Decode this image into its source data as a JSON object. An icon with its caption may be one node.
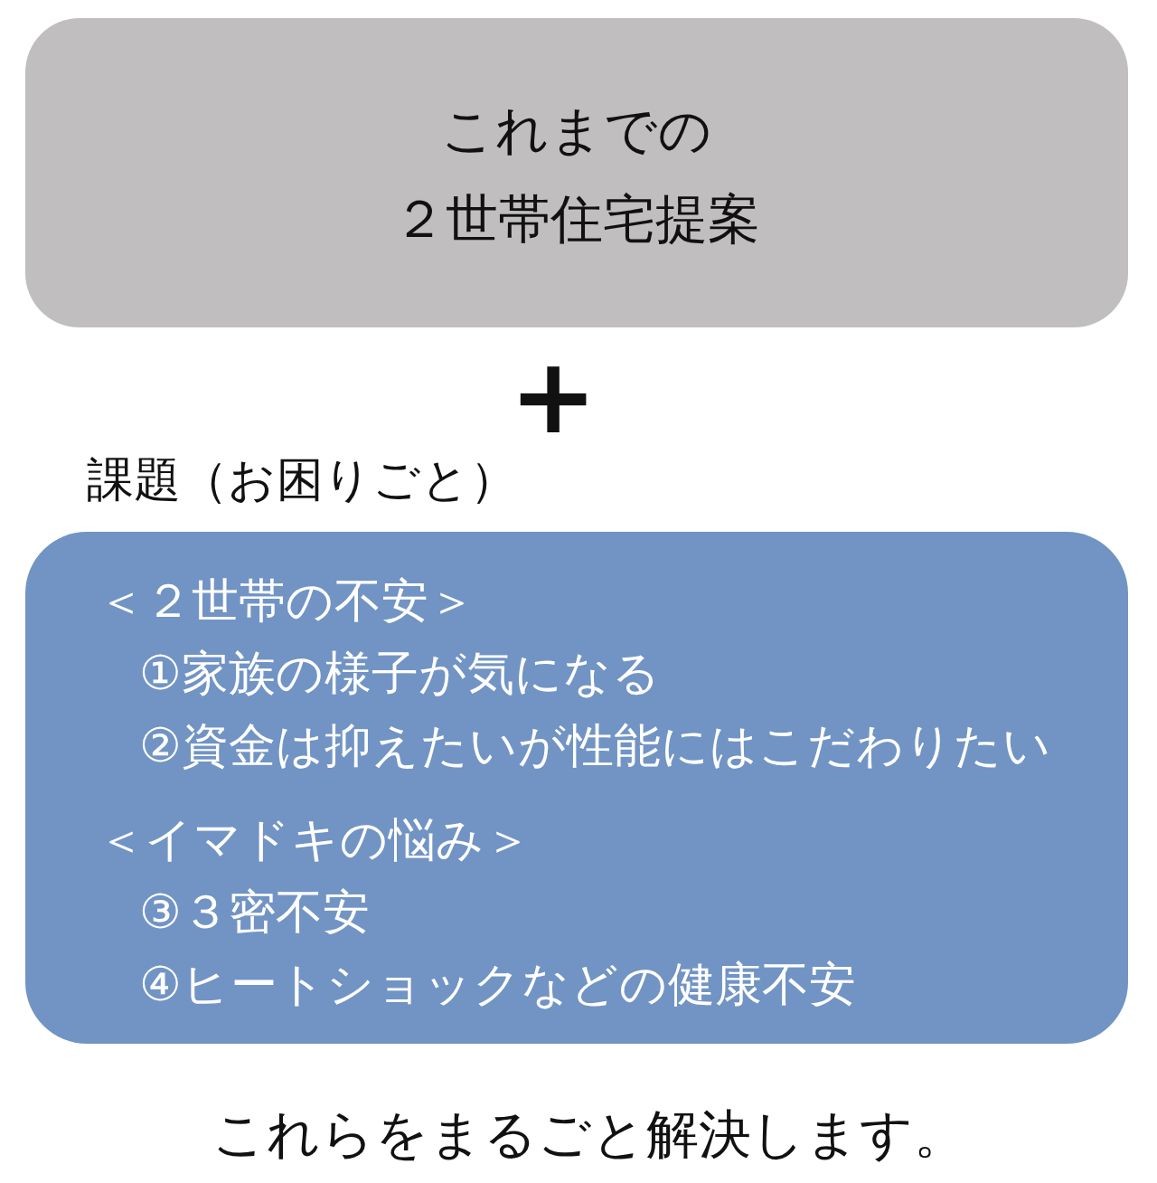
{
  "diagram": {
    "nodes": [
      {
        "text": [
          "これまでの２世帯住宅提案"
        ]
      },
      {
        "text": [
          "課題（お困りごと）",
          "＜２世帯の不安＞",
          "①家族の様子が気になる",
          "②資金は抑えたいが性能にはこだわりたい",
          "＜イマドキの悩み＞",
          "③３密不安",
          "④ヒートショックなどの健康不安"
        ]
      }
    ],
    "labels": [
      "+",
      "これらをまるごと解決します。"
    ]
  }
}
